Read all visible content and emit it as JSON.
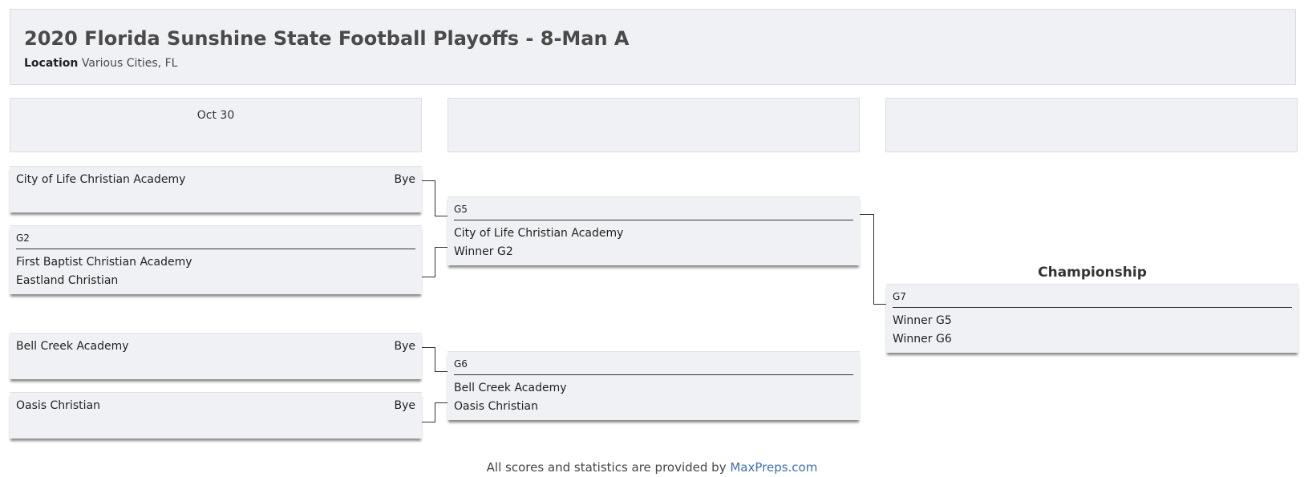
{
  "header": {
    "title": "2020 Florida Sunshine State Football Playoffs - 8-Man A",
    "location_label": "Location",
    "location_value": "Various Cities, FL"
  },
  "rounds": [
    {
      "label": "Oct 30"
    },
    {
      "label": ""
    },
    {
      "label": ""
    }
  ],
  "round1": {
    "bye1": {
      "team": "City of Life Christian Academy",
      "status": "Bye"
    },
    "g2": {
      "id": "G2",
      "team1": "First Baptist Christian Academy",
      "team2": "Eastland Christian"
    },
    "bye3": {
      "team": "Bell Creek Academy",
      "status": "Bye"
    },
    "bye4": {
      "team": "Oasis Christian",
      "status": "Bye"
    }
  },
  "round2": {
    "g5": {
      "id": "G5",
      "team1": "City of Life Christian Academy",
      "team2": "Winner G2"
    },
    "g6": {
      "id": "G6",
      "team1": "Bell Creek Academy",
      "team2": "Oasis Christian"
    }
  },
  "championship": {
    "label": "Championship",
    "g7": {
      "id": "G7",
      "team1": "Winner G5",
      "team2": "Winner G6"
    }
  },
  "footer": {
    "text": "All scores and statistics are provided by ",
    "link": "MaxPreps.com"
  }
}
